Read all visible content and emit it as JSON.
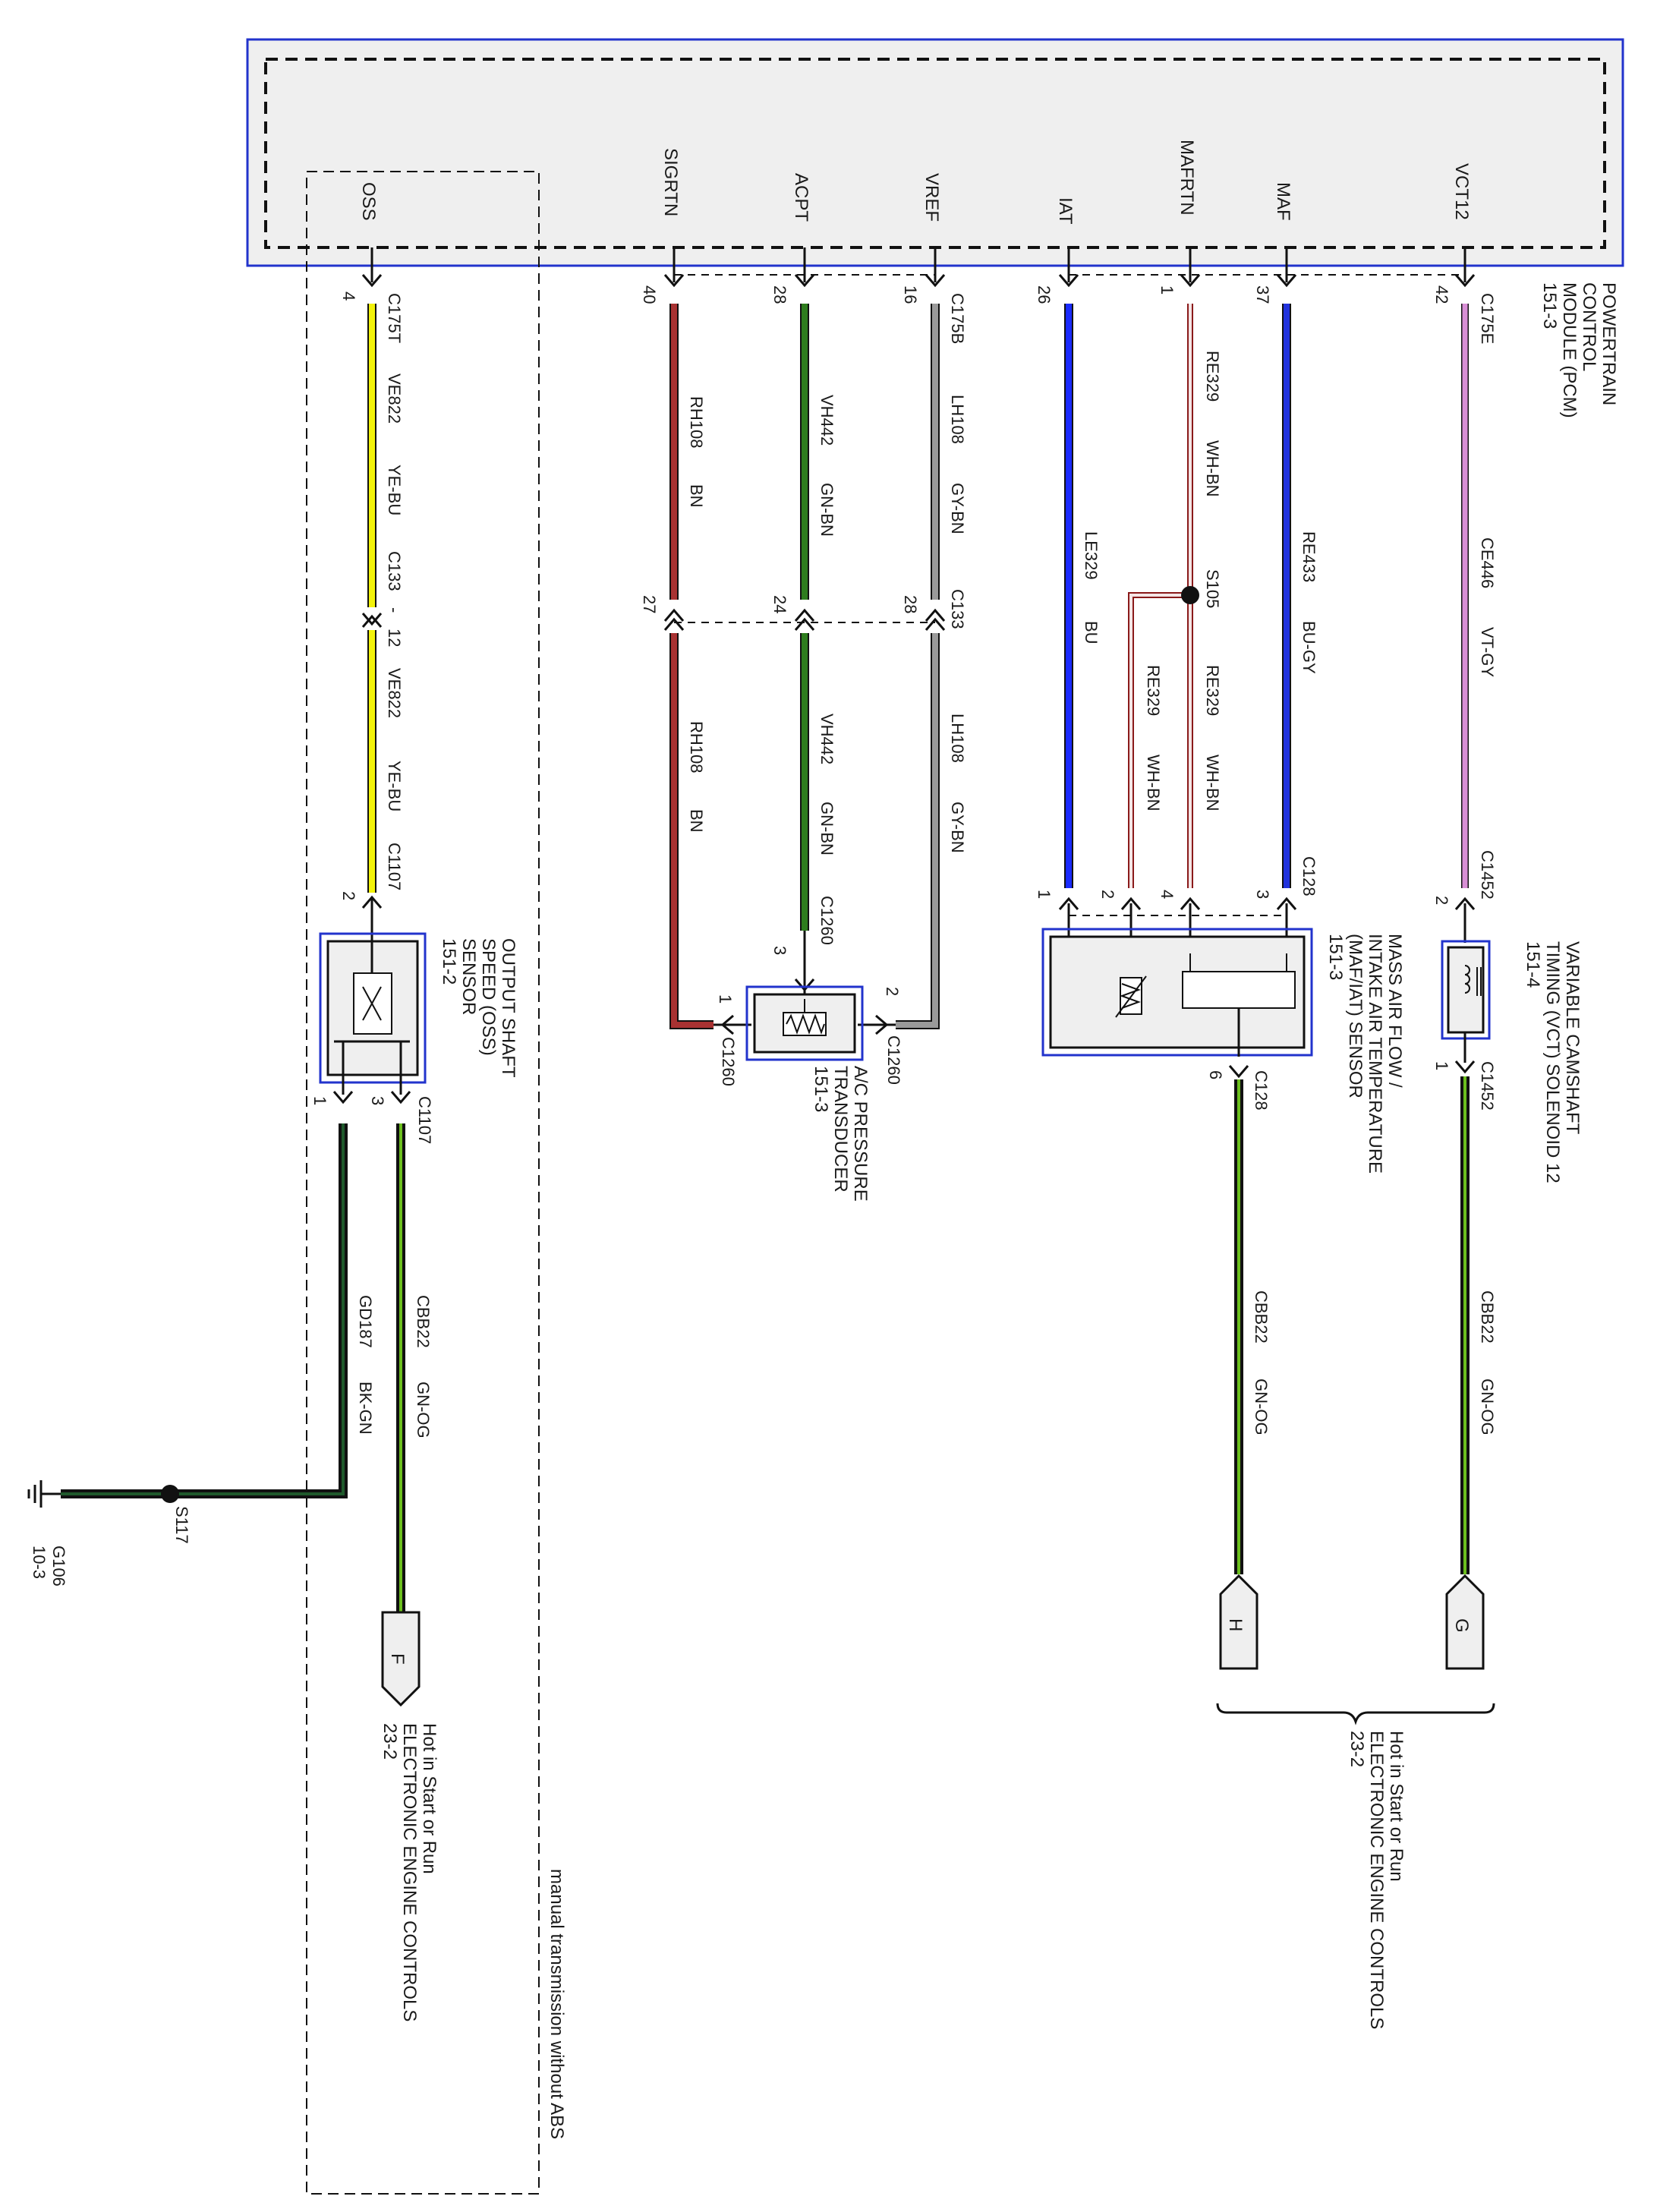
{
  "pcm": {
    "title_lines": [
      "POWERTRAIN",
      "CONTROL",
      "MODULE (PCM)",
      "151-3"
    ],
    "signals": [
      "OSS",
      "SIGRTN",
      "ACPT",
      "VREF",
      "IAT",
      "MAFRTN",
      "MAF",
      "VCT12"
    ]
  },
  "wires": [
    {
      "signal": "OSS",
      "color": "#f2f20a",
      "stripe": "#1a1a1a",
      "pin_top": "4",
      "conn_top": "C175T",
      "seg1_circuit": "VE822",
      "seg1_color": "YE-BU",
      "mid_conn": "C133",
      "mid_pin_top": "12",
      "seg2_circuit": "VE822",
      "seg2_color": "YE-BU",
      "bottom_conn": "C1107",
      "pin_bottom": "2"
    },
    {
      "signal": "SIGRTN",
      "color": "#a83232",
      "pin_top": "40",
      "seg1_circuit": "RH108",
      "seg1_color": "BN",
      "mid_pin": "27",
      "seg2_circuit": "RH108",
      "seg2_color": "BN",
      "pin_bottom": "1",
      "bottom_conn": "C1260"
    },
    {
      "signal": "ACPT",
      "color": "#2e7d1e",
      "pin_top": "28",
      "seg1_circuit": "VH442",
      "seg1_color": "GN-BN",
      "mid_pin": "24",
      "seg2_circuit": "VH442",
      "seg2_color": "GN-BN",
      "bottom_conn": "C1260",
      "pin_bottom": "3"
    },
    {
      "signal": "VREF",
      "color": "#8a8a8a",
      "pin_top": "16",
      "conn_top": "C175B",
      "seg1_circuit": "LH108",
      "seg1_color": "GY-BN",
      "mid_pin": "28",
      "mid_conn": "C133",
      "seg2_circuit": "LH108",
      "seg2_color": "GY-BN",
      "pin_bottom": "2",
      "bottom_conn": "C1260"
    },
    {
      "signal": "IAT",
      "color": "#1a2bff",
      "pin_top": "26",
      "seg1_circuit": "LE329",
      "seg1_color": "BU",
      "pin_bottom": "1"
    },
    {
      "signal": "MAFRTN",
      "color": "#f4e6e6",
      "pin_top": "1",
      "seg1_circuit": "RE329",
      "seg1_color": "WH-BN",
      "splice": "S105",
      "seg2_circuit": "RE329",
      "seg2_color": "WH-BN",
      "branch_circuit": "RE329",
      "branch_color": "WH-BN",
      "pin_bottom": "4",
      "branch_pin": "2"
    },
    {
      "signal": "MAF",
      "color": "#2233dd",
      "pin_top": "37",
      "seg1_circuit": "RE433",
      "seg1_color": "BU-GY",
      "pin_bottom": "3",
      "bottom_conn": "C128"
    },
    {
      "signal": "VCT12",
      "color": "#d98fd6",
      "pin_top": "42",
      "conn_top": "C175E",
      "seg1_circuit": "CE446",
      "seg1_color": "VT-GY",
      "pin_bottom": "2",
      "bottom_conn": "C1452"
    }
  ],
  "components": {
    "oss": {
      "lines": [
        "OUTPUT SHAFT",
        "SPEED (OSS)",
        "SENSOR",
        "151-2"
      ],
      "pin_left": "1",
      "pin_right": "3",
      "conn": "C1107"
    },
    "acpt": {
      "lines": [
        "A/C PRESSURE",
        "TRANSDUCER",
        "151-3"
      ]
    },
    "maf": {
      "lines": [
        "MASS AIR FLOW /",
        "INTAKE AIR TEMPERATURE",
        "(MAF/IAT) SENSOR",
        "151-3"
      ],
      "pin_bottom": "6",
      "conn": "C128"
    },
    "vct": {
      "lines": [
        "VARIABLE CAMSHAFT",
        "TIMING (VCT) SOLENOID 12",
        "151-4"
      ],
      "pin_bottom": "1",
      "conn": "C1452"
    }
  },
  "lower_wires": {
    "gd187": {
      "circuit": "GD187",
      "color": "BK-GN"
    },
    "cbb22_oss": {
      "circuit": "CBB22",
      "color": "GN-OG"
    },
    "cbb22_maf": {
      "circuit": "CBB22",
      "color": "GN-OG"
    },
    "cbb22_vct": {
      "circuit": "CBB22",
      "color": "GN-OG"
    }
  },
  "ground": {
    "splice": "S117",
    "name": "G106",
    "ref": "10-3"
  },
  "offpage": {
    "F": {
      "letter": "F",
      "lines": [
        "Hot in Start or Run",
        "ELECTRONIC ENGINE CONTROLS",
        "23-2"
      ]
    },
    "H": {
      "letter": "H"
    },
    "G": {
      "letter": "G"
    },
    "GH_note": {
      "lines": [
        "Hot in Start or Run",
        "ELECTRONIC ENGINE CONTROLS",
        "23-2"
      ]
    }
  },
  "option_note": "manual transmission without ABS"
}
